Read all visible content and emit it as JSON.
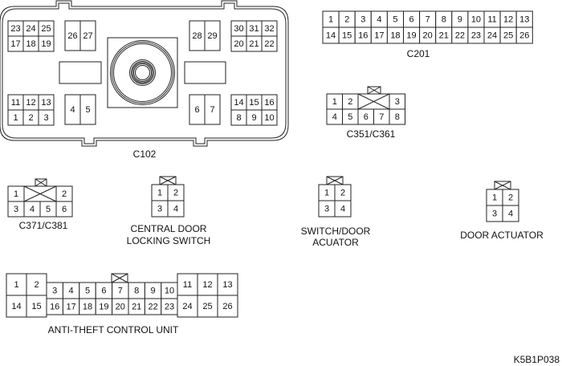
{
  "diagram": {
    "figure_code": "K5B1P038",
    "connectors": {
      "c102": {
        "label": "C102",
        "blocks": {
          "top_left": [
            [
              "23",
              "24",
              "25"
            ],
            [
              "17",
              "18",
              "19"
            ]
          ],
          "top_left_pair": [
            [
              "26",
              "27"
            ]
          ],
          "top_right_pair": [
            [
              "28",
              "29"
            ]
          ],
          "top_right": [
            [
              "30",
              "31",
              "32"
            ],
            [
              "20",
              "21",
              "22"
            ]
          ],
          "bottom_left": [
            [
              "11",
              "12",
              "13"
            ],
            [
              "1",
              "2",
              "3"
            ]
          ],
          "bottom_left_pair": [
            [
              "4",
              "5"
            ]
          ],
          "bottom_right_pair": [
            [
              "6",
              "7"
            ]
          ],
          "bottom_right": [
            [
              "14",
              "15",
              "16"
            ],
            [
              "8",
              "9",
              "10"
            ]
          ]
        }
      },
      "c201": {
        "label": "C201",
        "rows": [
          [
            "1",
            "2",
            "3",
            "4",
            "5",
            "6",
            "7",
            "8",
            "9",
            "10",
            "11",
            "12",
            "13"
          ],
          [
            "14",
            "15",
            "16",
            "17",
            "18",
            "19",
            "20",
            "21",
            "22",
            "23",
            "24",
            "25",
            "26"
          ]
        ]
      },
      "c351_c361": {
        "label": "C351/C361",
        "top_row": [
          "1",
          "2",
          "3"
        ],
        "bottom_row": [
          "4",
          "5",
          "6",
          "7",
          "8"
        ]
      },
      "c371_c381": {
        "label": "C371/C381",
        "top_row": [
          "1",
          "2"
        ],
        "bottom_row": [
          "3",
          "4",
          "5",
          "6"
        ]
      },
      "central_door_locking_switch": {
        "label_line1": "CENTRAL DOOR",
        "label_line2": "LOCKING SWITCH",
        "rows": [
          [
            "1",
            "2"
          ],
          [
            "3",
            "4"
          ]
        ]
      },
      "switch_door_actuator": {
        "label_line1": "SWITCH/DOOR",
        "label_line2": "ACUATOR",
        "rows": [
          [
            "1",
            "2"
          ],
          [
            "3",
            "4"
          ]
        ]
      },
      "door_actuator": {
        "label": "DOOR ACTUATOR",
        "rows": [
          [
            "1",
            "2"
          ],
          [
            "3",
            "4"
          ]
        ]
      },
      "anti_theft_control_unit": {
        "label": "ANTI-THEFT CONTROL UNIT",
        "left_block": [
          [
            "1",
            "2"
          ],
          [
            "14",
            "15"
          ]
        ],
        "middle_block": [
          [
            "3",
            "4",
            "5",
            "6",
            "7",
            "8",
            "9",
            "10"
          ],
          [
            "16",
            "17",
            "18",
            "19",
            "20",
            "21",
            "22",
            "23"
          ]
        ],
        "right_block": [
          [
            "11",
            "12",
            "13"
          ],
          [
            "24",
            "25",
            "26"
          ]
        ]
      }
    }
  }
}
